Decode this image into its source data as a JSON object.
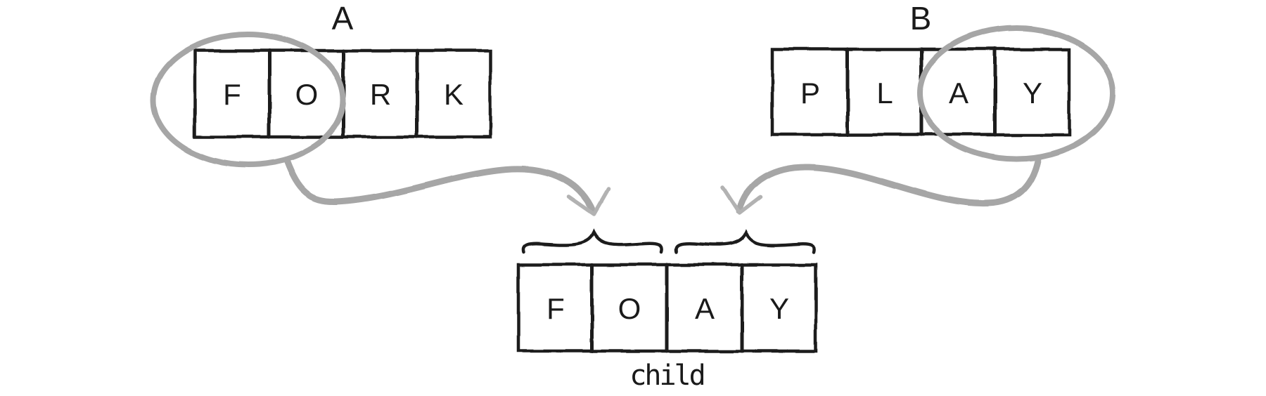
{
  "colors": {
    "ink": "#1a1a1a",
    "pencil": "#a6a6a6",
    "pencil_light": "#b2b2b2",
    "background": "#ffffff"
  },
  "parent_a": {
    "label": "A",
    "cells": [
      "F",
      "O",
      "R",
      "K"
    ]
  },
  "parent_b": {
    "label": "B",
    "cells": [
      "P",
      "L",
      "A",
      "Y"
    ]
  },
  "child": {
    "label": "child",
    "cells": [
      "F",
      "O",
      "A",
      "Y"
    ]
  }
}
